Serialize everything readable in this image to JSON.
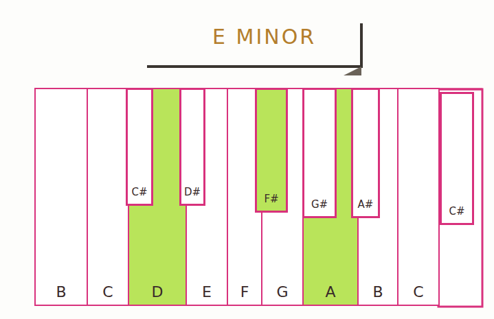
{
  "diagram": {
    "title": "E MINOR",
    "nodes": [
      {
        "text": [
          "C#"
        ]
      },
      {
        "text": [
          "D#"
        ]
      },
      {
        "text": [
          "F#"
        ]
      },
      {
        "text": [
          "G#"
        ]
      },
      {
        "text": [
          "A#"
        ]
      },
      {
        "text": [
          "C#"
        ]
      },
      {
        "text": [
          "B"
        ]
      },
      {
        "text": [
          "C"
        ]
      },
      {
        "text": [
          "D"
        ]
      },
      {
        "text": [
          "E"
        ]
      },
      {
        "text": [
          "F"
        ]
      },
      {
        "text": [
          "G"
        ]
      },
      {
        "text": [
          "A"
        ]
      },
      {
        "text": [
          "B"
        ]
      },
      {
        "text": [
          "C"
        ]
      }
    ]
  }
}
